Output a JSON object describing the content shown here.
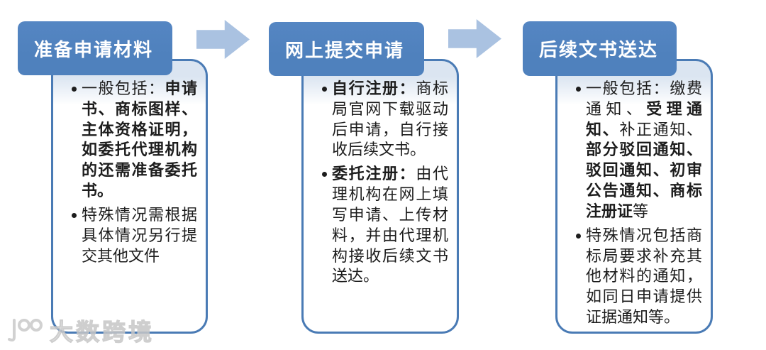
{
  "diagram": {
    "type": "process-flow",
    "direction": "left-to-right"
  },
  "colors": {
    "accent": "#4f81bd",
    "border": "#4a7bb5",
    "arrow": "#aac2e1",
    "band": "#dbe5f1",
    "text": "#1d1d1d",
    "watermark": "#cccccc"
  },
  "columns": [
    {
      "header": "准备申请材料",
      "bullets": [
        {
          "segments": [
            {
              "text": "一般包括：",
              "bold": false
            },
            {
              "text": "申请书、商标图样、主体资格证明，如委托代理机构的还需准备委托书。",
              "bold": true
            }
          ]
        },
        {
          "segments": [
            {
              "text": "特殊情况需根据具体情况另行提交其他文件",
              "bold": false
            }
          ]
        }
      ]
    },
    {
      "header": "网上提交申请",
      "bullets": [
        {
          "segments": [
            {
              "text": "自行注册：",
              "bold": true
            },
            {
              "text": "商标局官网下载驱动后申请，自行接收后续文书。",
              "bold": false
            }
          ]
        },
        {
          "segments": [
            {
              "text": "委托注册：",
              "bold": true
            },
            {
              "text": "由代理机构在网上填写申请、上传材料，并由代理机构接收后续文书送达。",
              "bold": false
            }
          ]
        }
      ]
    },
    {
      "header": "后续文书送达",
      "bullets": [
        {
          "segments": [
            {
              "text": "一般包括：缴费通知、",
              "bold": false
            },
            {
              "text": "受理通知、",
              "bold": true
            },
            {
              "text": "补正通知、",
              "bold": false
            },
            {
              "text": "部分驳回通知、驳回通知、初审公告通知、商标注册证",
              "bold": true
            },
            {
              "text": "等",
              "bold": false
            }
          ]
        },
        {
          "segments": [
            {
              "text": "特殊情况包括商标局要求补充其他材料的通知，如同日申请提供证据通知等。",
              "bold": false
            }
          ]
        }
      ]
    }
  ],
  "watermark": {
    "label": "大数跨境",
    "logo": "100-logo"
  }
}
